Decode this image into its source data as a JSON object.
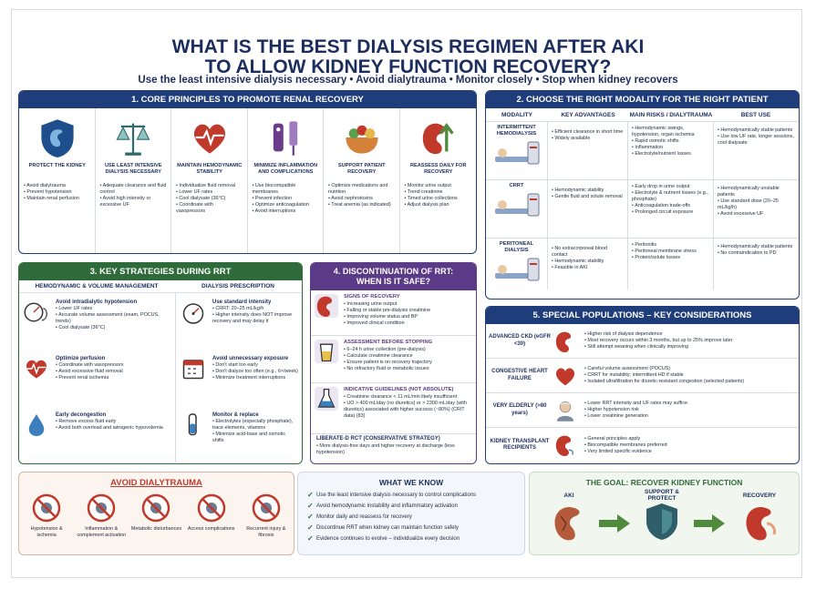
{
  "title": {
    "line1": "WHAT IS THE BEST DIALYSIS REGIMEN AFTER AKI",
    "line2": "TO ALLOW KIDNEY FUNCTION RECOVERY?"
  },
  "subtitle": "Use the least intensive dialysis necessary • Avoid dialytrauma • Monitor closely • Stop when kidney recovers",
  "colors": {
    "navy": "#1f3d7a",
    "green": "#2f6b3a",
    "purple": "#5b3b87",
    "red": "#c0392b"
  },
  "core": {
    "header": "1. CORE PRINCIPLES TO PROMOTE RENAL RECOVERY",
    "items": [
      {
        "icon": "shield-kidney-icon",
        "title": "PROTECT THE KIDNEY",
        "bullets": [
          "Avoid dialytrauma",
          "Prevent hypotension",
          "Maintain renal perfusion"
        ]
      },
      {
        "icon": "balance-scale-icon",
        "title": "USE LEAST INTENSIVE DIALYSIS NECESSARY",
        "bullets": [
          "Adequate clearance and fluid control",
          "Avoid high intensity or excessive UF"
        ]
      },
      {
        "icon": "heart-pulse-icon",
        "title": "MAINTAIN HEMODYNAMIC STABILITY",
        "bullets": [
          "Individualize fluid removal",
          "Lower UF rates",
          "Cool dialysate (36°C)",
          "Coordinate with vasopressors"
        ]
      },
      {
        "icon": "syringe-tube-icon",
        "title": "MINIMIZE INFLAMMATION AND COMPLICATIONS",
        "bullets": [
          "Use biocompatible membranes",
          "Prevent infection",
          "Optimize anticoagulation",
          "Avoid interruptions"
        ]
      },
      {
        "icon": "food-bowl-icon",
        "title": "SUPPORT PATIENT RECOVERY",
        "bullets": [
          "Optimize medications and nutrition",
          "Avoid nephrotoxins",
          "Treat anemia (as indicated)"
        ]
      },
      {
        "icon": "kidney-arrow-icon",
        "title": "REASSESS DAILY FOR RECOVERY",
        "bullets": [
          "Monitor urine output",
          "Trend creatinine",
          "Timed urine collections",
          "Adjust dialysis plan"
        ]
      }
    ]
  },
  "modality": {
    "header": "2. CHOOSE THE RIGHT MODALITY FOR THE RIGHT PATIENT",
    "columns": [
      "MODALITY",
      "KEY ADVANTAGES",
      "MAIN RISKS / DIALYTRAUMA",
      "BEST USE"
    ],
    "rows": [
      {
        "name": "INTERMITTENT HEMODIALYSIS",
        "adv": [
          "Efficient clearance in short time",
          "Widely available"
        ],
        "risks": [
          "Hemodynamic swings, hypotension, organ ischemia",
          "Rapid osmotic shifts",
          "Inflammation",
          "Electrolyte/nutrient losses"
        ],
        "best": [
          "Hemodynamically stable patients",
          "Use low UF rate, longer sessions, cool dialysate"
        ]
      },
      {
        "name": "CRRT",
        "adv": [
          "Hemodynamic stability",
          "Gentle fluid and solute removal"
        ],
        "risks": [
          "Early drop in urine output",
          "Electrolyte & nutrient losses (e.g., phosphate)",
          "Anticoagulation trade-offs",
          "Prolonged circuit exposure"
        ],
        "best": [
          "Hemodynamically unstable patients",
          "Use standard dose (20–25 mL/kg/h)",
          "Avoid excessive UF"
        ]
      },
      {
        "name": "PERITONEAL DIALYSIS",
        "adv": [
          "No extracorporeal blood contact",
          "Hemodynamic stability",
          "Feasible in AKI"
        ],
        "risks": [
          "Peritonitis",
          "Peritoneal membrane stress",
          "Protein/solute losses"
        ],
        "best": [
          "Hemodynamically stable patients",
          "No contraindication to PD"
        ]
      }
    ]
  },
  "strategies": {
    "header": "3. KEY STRATEGIES DURING RRT",
    "col1_title": "HEMODYNAMIC & VOLUME MANAGEMENT",
    "col2_title": "DIALYSIS PRESCRIPTION",
    "col1": [
      {
        "icon": "gauge-tube-icon",
        "title": "Avoid intradialytic hypotension",
        "bullets": [
          "Lower UF rates",
          "Accurate volume assessment (exam, POCUS, trends)",
          "Cool dialysate (36°C)"
        ]
      },
      {
        "icon": "heart-monitor-icon",
        "title": "Optimize perfusion",
        "bullets": [
          "Coordinate with vasopressors",
          "Avoid excessive fluid removal",
          "Prevent renal ischemia"
        ]
      },
      {
        "icon": "droplet-icon",
        "title": "Early decongestion",
        "bullets": [
          "Remove excess fluid early",
          "Avoid both overload and iatrogenic hypovolemia"
        ]
      }
    ],
    "col2": [
      {
        "icon": "gauge-icon",
        "title": "Use standard intensity",
        "bullets": [
          "CRRT: 20–25 mL/kg/h",
          "Higher intensity does NOT improve recovery and may delay it"
        ]
      },
      {
        "icon": "calendar-icon",
        "title": "Avoid unnecessary exposure",
        "bullets": [
          "Don't start too early",
          "Don't dialyze too often (e.g., 6×/week)",
          "Minimize treatment interruptions"
        ]
      },
      {
        "icon": "test-tube-icon",
        "title": "Monitor & replace",
        "bullets": [
          "Electrolytes (especially phosphate), trace elements, vitamins",
          "Minimize acid-base and osmotic shifts"
        ]
      }
    ]
  },
  "discontinuation": {
    "header_line1": "4. DISCONTINUATION OF RRT:",
    "header_line2": "WHEN IS IT SAFE?",
    "sections": [
      {
        "icon": "kidney-icon",
        "title": "SIGNS OF RECOVERY",
        "bullets": [
          "Increasing urine output",
          "Falling or stable pre-dialysis creatinine",
          "Improving volume status and BP",
          "Improved clinical condition"
        ]
      },
      {
        "icon": "urine-cup-icon",
        "title": "ASSESSMENT BEFORE STOPPING",
        "bullets": [
          "6–24 h urine collection (pre-dialysis)",
          "Calculate creatinine clearance",
          "Ensure patient is on recovery trajectory",
          "No refractory fluid or metabolic issues"
        ]
      },
      {
        "icon": "flask-icon",
        "title": "INDICATIVE GUIDELINES (NOT ABSOLUTE)",
        "bullets": [
          "Creatinine clearance < 11 mL/min likely insufficient",
          "UO > 400 mL/day (no diuretics) or > 2300 mL/day (with diuretics) associated with higher success (~80%) (CRIT data) (83)"
        ]
      }
    ],
    "liberated_title": "LIBERATE-D RCT (CONSERVATIVE STRATEGY)",
    "liberated_bullets": [
      "More dialysis-free days and higher recovery at discharge (less hypotension)"
    ]
  },
  "special": {
    "header": "5. SPECIAL POPULATIONS – KEY CONSIDERATIONS",
    "rows": [
      {
        "name": "ADVANCED CKD (eGFR <30)",
        "icon": "kidney-icon",
        "bullets": [
          "Higher risk of dialysis dependence",
          "Most recovery occurs within 3 months, but up to 25% improve later",
          "Still attempt weaning when clinically improving"
        ]
      },
      {
        "name": "CONGESTIVE HEART FAILURE",
        "icon": "heart-icon",
        "bullets": [
          "Careful volume assessment (POCUS)",
          "CRRT for instability; intermittent HD if stable",
          "Isolated ultrafiltration for diuretic-resistant congestion (selected patients)"
        ]
      },
      {
        "name": "VERY ELDERLY (>80 years)",
        "icon": "elderly-person-icon",
        "bullets": [
          "Lower RRT intensity and UF rates may suffice",
          "Higher hypotension risk",
          "Lower creatinine generation"
        ]
      },
      {
        "name": "KIDNEY TRANSPLANT RECIPIENTS",
        "icon": "transplant-kidney-icon",
        "bullets": [
          "General principles apply",
          "Biocompatible membranes preferred",
          "Very limited specific evidence"
        ]
      }
    ]
  },
  "dialytrauma": {
    "title": "AVOID DIALYTRAUMA",
    "items": [
      {
        "icon": "no-gauge-icon",
        "label": "Hypotension & ischemia"
      },
      {
        "icon": "no-virus-icon",
        "label": "Inflammation & complement activation"
      },
      {
        "icon": "no-tubes-icon",
        "label": "Metabolic disturbances"
      },
      {
        "icon": "no-access-icon",
        "label": "Access complications"
      },
      {
        "icon": "no-kidney-icon",
        "label": "Recurrent injury & fibrosis"
      }
    ]
  },
  "knowledge": {
    "title": "WHAT WE KNOW",
    "items": [
      "Use the least intensive dialysis necessary to control complications",
      "Avoid hemodynamic instability and inflammatory activation",
      "Monitor daily and reassess for recovery",
      "Discontinue RRT when kidney can maintain function safely",
      "Evidence continues to evolve – individualize every decision"
    ]
  },
  "goal": {
    "title": "THE GOAL: RECOVER KIDNEY FUNCTION",
    "steps": [
      "AKI",
      "SUPPORT & PROTECT",
      "RECOVERY"
    ]
  }
}
